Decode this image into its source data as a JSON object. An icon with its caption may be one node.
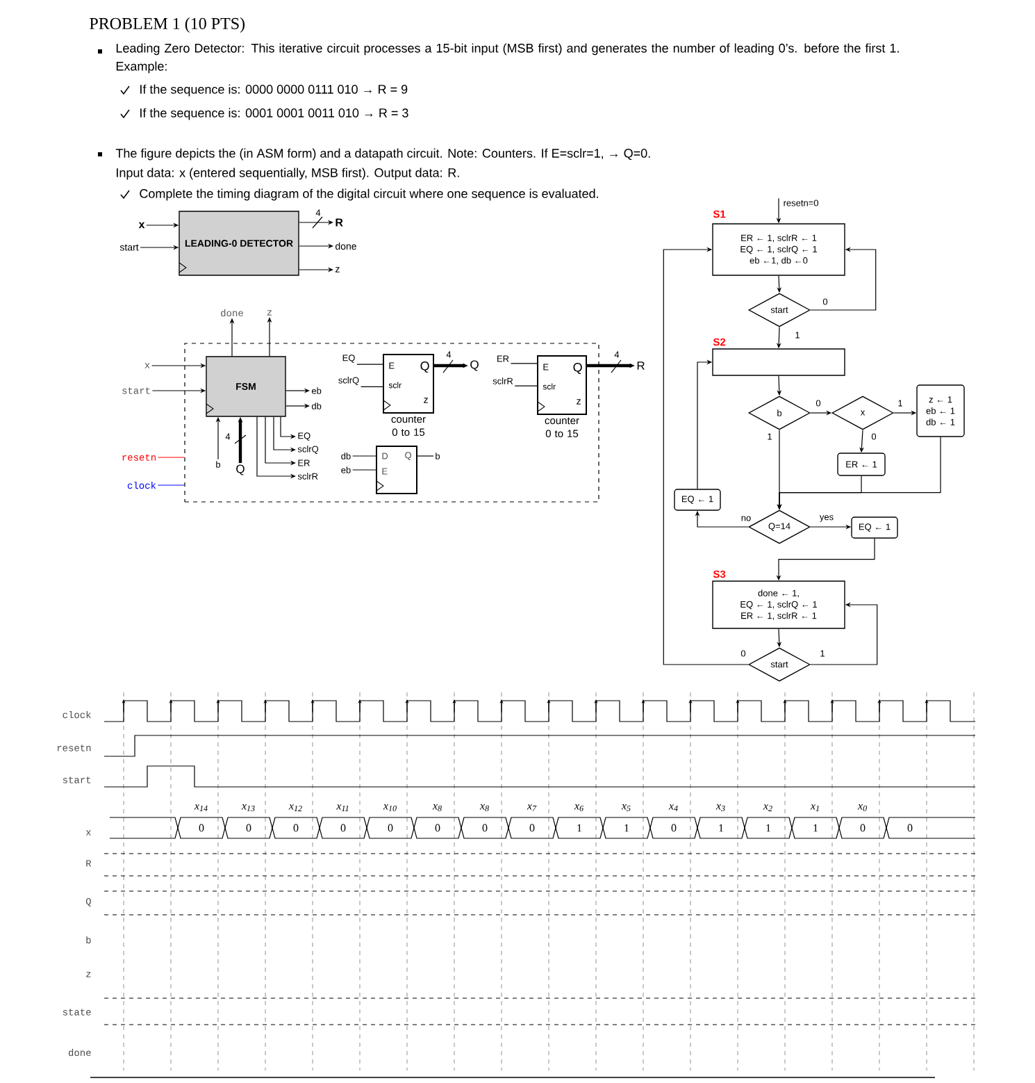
{
  "diagram": {
    "title": "PROBLEM 1 (10 PTS)",
    "nodes": [
      {
        "text": [
          "x"
        ]
      },
      {
        "text": [
          "start"
        ]
      },
      {
        "text": [
          "LEADING-0 DETECTOR"
        ]
      },
      {
        "text": [
          "R"
        ]
      },
      {
        "text": [
          "done"
        ]
      },
      {
        "text": [
          "z"
        ]
      },
      {
        "text": [],
        "shape": "box"
      },
      {
        "text": [
          "done"
        ]
      },
      {
        "text": [
          "z"
        ]
      },
      {
        "text": [
          "x"
        ]
      },
      {
        "text": [
          "start"
        ]
      },
      {
        "text": [
          "FSM"
        ],
        "in": 6
      },
      {
        "text": [
          "eb"
        ],
        "in": 6
      },
      {
        "text": [
          "db"
        ],
        "in": 6
      },
      {
        "text": [
          "EQ"
        ],
        "in": 6
      },
      {
        "text": [
          "sclrQ"
        ],
        "in": 6
      },
      {
        "text": [
          "ER"
        ],
        "in": 6
      },
      {
        "text": [
          "sclrR"
        ],
        "in": 6
      },
      {
        "text": [
          "b"
        ],
        "in": 6
      },
      {
        "text": [
          "Q"
        ],
        "in": 6
      },
      {
        "text": [
          "EQ"
        ],
        "in": 6
      },
      {
        "text": [
          "sclrQ"
        ],
        "in": 6
      },
      {
        "text": [
          "E",
          "sclr",
          "Q",
          "z"
        ],
        "beside": [
          "counter 0 to 15"
        ],
        "in": 6
      },
      {
        "text": [
          "Q"
        ],
        "in": 6
      },
      {
        "text": [
          "ER"
        ],
        "in": 6
      },
      {
        "text": [
          "sclrR"
        ],
        "in": 6
      },
      {
        "text": [
          "E",
          "sclr",
          "Q",
          "z"
        ],
        "beside": [
          "counter 0 to 15"
        ],
        "in": 6
      },
      {
        "text": [
          "R"
        ]
      },
      {
        "text": [
          "db"
        ],
        "in": 6
      },
      {
        "text": [
          "eb"
        ],
        "in": 6
      },
      {
        "text": [
          "D",
          "E",
          "Q"
        ],
        "in": 6
      },
      {
        "text": [
          "b"
        ],
        "in": 6
      },
      {
        "text": [
          "resetn"
        ]
      },
      {
        "text": [
          "clock"
        ]
      },
      {
        "text": [
          "ER ← 1, sclrR ← 1",
          "EQ ← 1, sclrQ ← 1",
          "eb ←1, db ←0"
        ],
        "beside": [
          "S1"
        ]
      },
      {
        "text": [
          "start"
        ]
      },
      {
        "text": [],
        "shape": "box",
        "beside": [
          "S2"
        ]
      },
      {
        "text": [
          "b"
        ]
      },
      {
        "text": [
          "x"
        ]
      },
      {
        "text": [
          "z ← 1",
          "eb ← 1",
          "db ← 1"
        ]
      },
      {
        "text": [
          "ER ← 1"
        ]
      },
      {
        "text": [
          "Q=14"
        ]
      },
      {
        "text": [
          "EQ ← 1"
        ]
      },
      {
        "text": [
          "EQ ← 1"
        ]
      },
      {
        "text": [
          "done ← 1,",
          "EQ ← 1, sclrQ ← 1",
          "ER ← 1, sclrR ← 1"
        ],
        "beside": [
          "S3"
        ]
      },
      {
        "text": [
          "start"
        ]
      }
    ],
    "edges": [
      {
        "from": 0,
        "to": 2,
        "arrow": "to"
      },
      {
        "from": 1,
        "to": 2,
        "arrow": "to"
      },
      {
        "from": 2,
        "to": 3,
        "arrow": "to",
        "label": "4"
      },
      {
        "from": 2,
        "to": 4,
        "arrow": "to"
      },
      {
        "from": 2,
        "to": 5,
        "arrow": "to"
      },
      {
        "from": 11,
        "to": 7,
        "arrow": "to"
      },
      {
        "from": 11,
        "to": 8,
        "arrow": "to"
      },
      {
        "from": 9,
        "to": 11,
        "arrow": "to"
      },
      {
        "from": 10,
        "to": 11,
        "arrow": "to"
      },
      {
        "from": 11,
        "to": 12,
        "arrow": "to"
      },
      {
        "from": 11,
        "to": 13,
        "arrow": "to"
      },
      {
        "from": 11,
        "to": 14,
        "arrow": "to"
      },
      {
        "from": 11,
        "to": 15,
        "arrow": "to"
      },
      {
        "from": 11,
        "to": 16,
        "arrow": "to"
      },
      {
        "from": 11,
        "to": 17,
        "arrow": "to"
      },
      {
        "from": 18,
        "to": 11,
        "arrow": "to"
      },
      {
        "from": 19,
        "to": 11,
        "arrow": "to",
        "label": "4",
        "style": "thick"
      },
      {
        "from": 20,
        "to": 22,
        "arrow": "none"
      },
      {
        "from": 21,
        "to": 22,
        "arrow": "none"
      },
      {
        "from": 22,
        "to": 23,
        "arrow": "to",
        "label": "4",
        "style": "thick"
      },
      {
        "from": 24,
        "to": 26,
        "arrow": "none"
      },
      {
        "from": 25,
        "to": 26,
        "arrow": "none"
      },
      {
        "from": 26,
        "to": 27,
        "arrow": "to",
        "label": "4",
        "style": "thick"
      },
      {
        "from": 28,
        "to": 30,
        "arrow": "none"
      },
      {
        "from": 29,
        "to": 30,
        "arrow": "none"
      },
      {
        "from": 30,
        "to": 31,
        "arrow": "none"
      },
      {
        "from": 32,
        "to": 6,
        "arrow": "none",
        "color": "#ff0000"
      },
      {
        "from": 33,
        "to": 6,
        "arrow": "none",
        "color": "#0000ff"
      },
      {
        "from": null,
        "to": 34,
        "arrow": "to",
        "label": "resetn=0"
      },
      {
        "from": 34,
        "to": 35,
        "arrow": "to"
      },
      {
        "from": 35,
        "to": 34,
        "arrow": "to",
        "label": "0"
      },
      {
        "from": 35,
        "to": 36,
        "arrow": "to",
        "label": "1"
      },
      {
        "from": 36,
        "to": 37,
        "arrow": "to"
      },
      {
        "from": 37,
        "to": 38,
        "arrow": "to",
        "label": "0"
      },
      {
        "from": 38,
        "to": 39,
        "arrow": "to",
        "label": "1"
      },
      {
        "from": 38,
        "to": 40,
        "arrow": "to",
        "label": "0"
      },
      {
        "from": 37,
        "to": 41,
        "arrow": "to",
        "label": "1"
      },
      {
        "from": 40,
        "to": 41,
        "arrow": "to"
      },
      {
        "from": 39,
        "to": 41,
        "arrow": "to"
      },
      {
        "from": 41,
        "to": 42,
        "arrow": "to",
        "label": "no"
      },
      {
        "from": 42,
        "to": 36,
        "arrow": "to"
      },
      {
        "from": 41,
        "to": 43,
        "arrow": "to",
        "label": "yes"
      },
      {
        "from": 43,
        "to": 44,
        "arrow": "to"
      },
      {
        "from": 44,
        "to": 45,
        "arrow": "to"
      },
      {
        "from": 45,
        "to": 44,
        "arrow": "to",
        "label": "1"
      },
      {
        "from": 45,
        "to": 34,
        "arrow": "to",
        "label": "0"
      }
    ],
    "labels": [
      "Leading Zero Detector: This iterative circuit processes a 15-bit input (MSB first) and generates the number of leading 0’s. before the first 1. Example:",
      "If the sequence is: 0000 0000 0111 010 → R = 9",
      "If the sequence is: 0001 0001 0011 010 → R = 3",
      "The figure depicts the (in ASM form) and a datapath circuit. Note: Counters. If E=sclr=1, → Q=0.",
      "Input data: x (entered sequentially, MSB first). Output data: R.",
      "Complete the timing diagram of the digital circuit where one sequence is evaluated.",
      "clock",
      "resetn",
      "start",
      "x$_{14}$",
      "x$_{13}$",
      "x$_{12}$",
      "x$_{11}$",
      "x$_{10}$",
      "x$_{8}$",
      "x$_{8}$",
      "x$_{7}$",
      "x$_{6}$",
      "x$_{5}$",
      "x$_{4}$",
      "x$_{3}$",
      "x$_{2}$",
      "x$_{1}$",
      "x$_{0}$",
      "x",
      "0",
      "0",
      "0",
      "0",
      "0",
      "0",
      "0",
      "0",
      "1",
      "1",
      "0",
      "1",
      "1",
      "1",
      "0",
      "0",
      "R",
      "Q",
      "b",
      "z",
      "state",
      "done"
    ]
  }
}
